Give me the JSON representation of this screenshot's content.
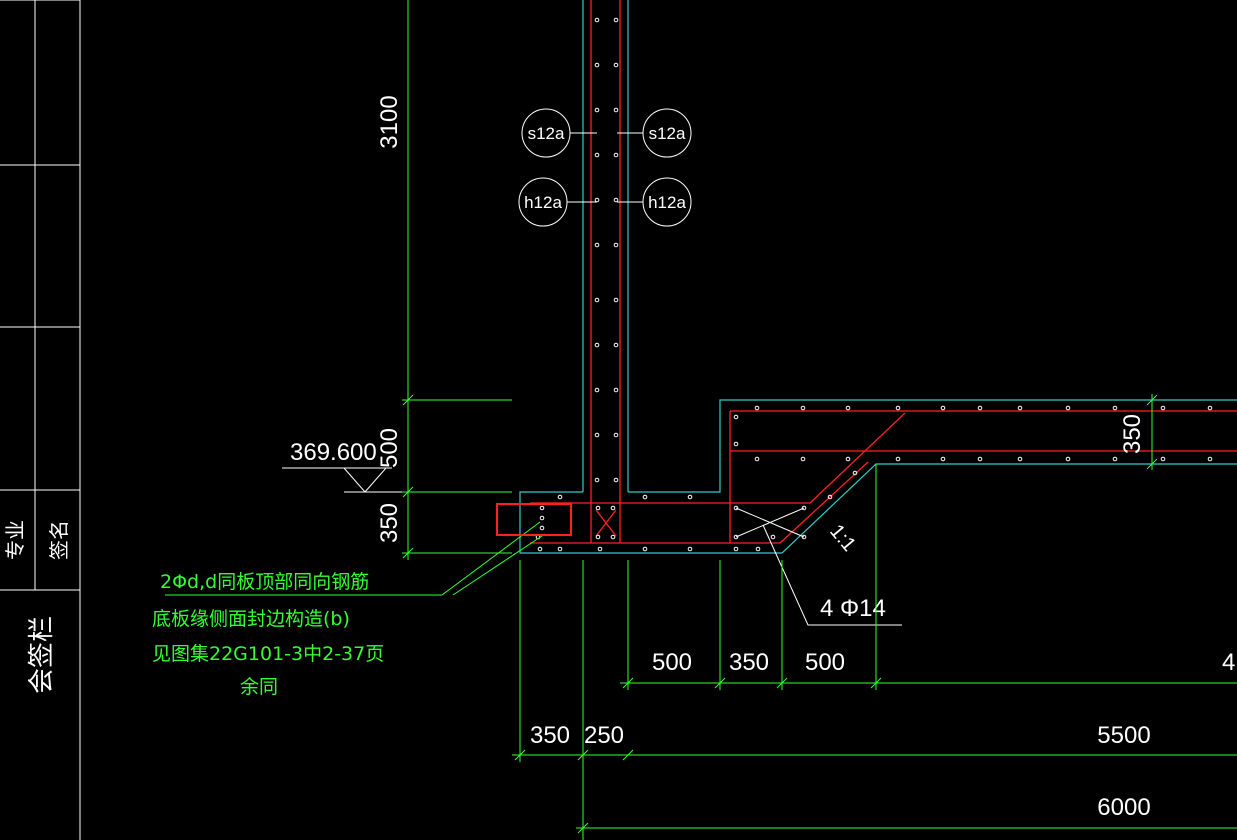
{
  "title_block": {
    "label_major": "专业",
    "label_sign": "签名",
    "label_countersign": "会签栏"
  },
  "elevation": "369.600",
  "dimensions": {
    "wall_height": "3100",
    "above_slab": "500",
    "slab_thickness": "350",
    "right_slab": "350",
    "d500_a": "500",
    "d350": "350",
    "d500_b": "500",
    "d4": "4",
    "d350_bottom": "350",
    "d250": "250",
    "d5500": "5500",
    "d6000": "6000"
  },
  "rebar_tags": {
    "s_left": "s12a",
    "s_right": "s12a",
    "h_left": "h12a",
    "h_right": "h12a"
  },
  "slope_label": "1:1",
  "rebar_label": "4 Φ14",
  "notes": {
    "line1": "2Φd,d同板顶部同向钢筋",
    "line2": "底板缘侧面封边构造(b)",
    "line3": "见图集22G101-3中2-37页",
    "line4": "余同"
  },
  "colors": {
    "background": "#000000",
    "concrete_outline": "#33cccc",
    "rebar": "#ff2020",
    "dimension": "#33ff33",
    "text": "#ffffff",
    "highlight": "#ff2020"
  }
}
